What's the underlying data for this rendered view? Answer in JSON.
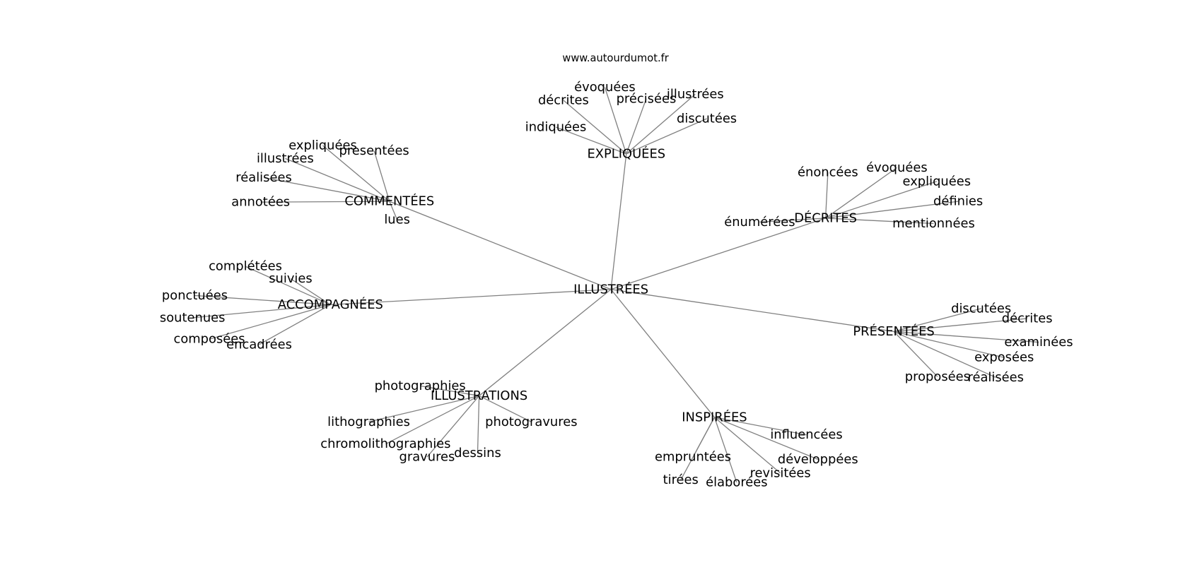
{
  "title": "www.autourdumot.fr",
  "center": "ILLUSTRÉES",
  "clusters": [
    {
      "hub": "EXPLIQUÉES",
      "words": [
        "évoquées",
        "décrites",
        "précisées",
        "illustrées",
        "indiquées",
        "discutées"
      ]
    },
    {
      "hub": "COMMENTÉES",
      "words": [
        "expliquées",
        "presentées",
        "illustrées",
        "réalisées",
        "annotées",
        "lues"
      ]
    },
    {
      "hub": "DÉCRITES",
      "words": [
        "énoncées",
        "évoquées",
        "expliquées",
        "définies",
        "mentionnées",
        "énumérées"
      ]
    },
    {
      "hub": "ACCOMPAGNÉES",
      "words": [
        "complétées",
        "suivies",
        "ponctuées",
        "soutenues",
        "composées",
        "encadrées"
      ]
    },
    {
      "hub": "PRÉSENTÉES",
      "words": [
        "discutées",
        "décrites",
        "examinées",
        "exposées",
        "proposées",
        "réalisées"
      ]
    },
    {
      "hub": "ILLUSTRATIONS",
      "words": [
        "photographies",
        "lithographies",
        "photogravures",
        "chromolithographies",
        "gravures",
        "dessins"
      ]
    },
    {
      "hub": "INSPIRÉES",
      "words": [
        "influencées",
        "empruntées",
        "développées",
        "revisitées",
        "tirées",
        "élaborées"
      ]
    }
  ],
  "colors": {
    "edge": "#808080",
    "text": "#000000",
    "background": "#ffffff"
  }
}
